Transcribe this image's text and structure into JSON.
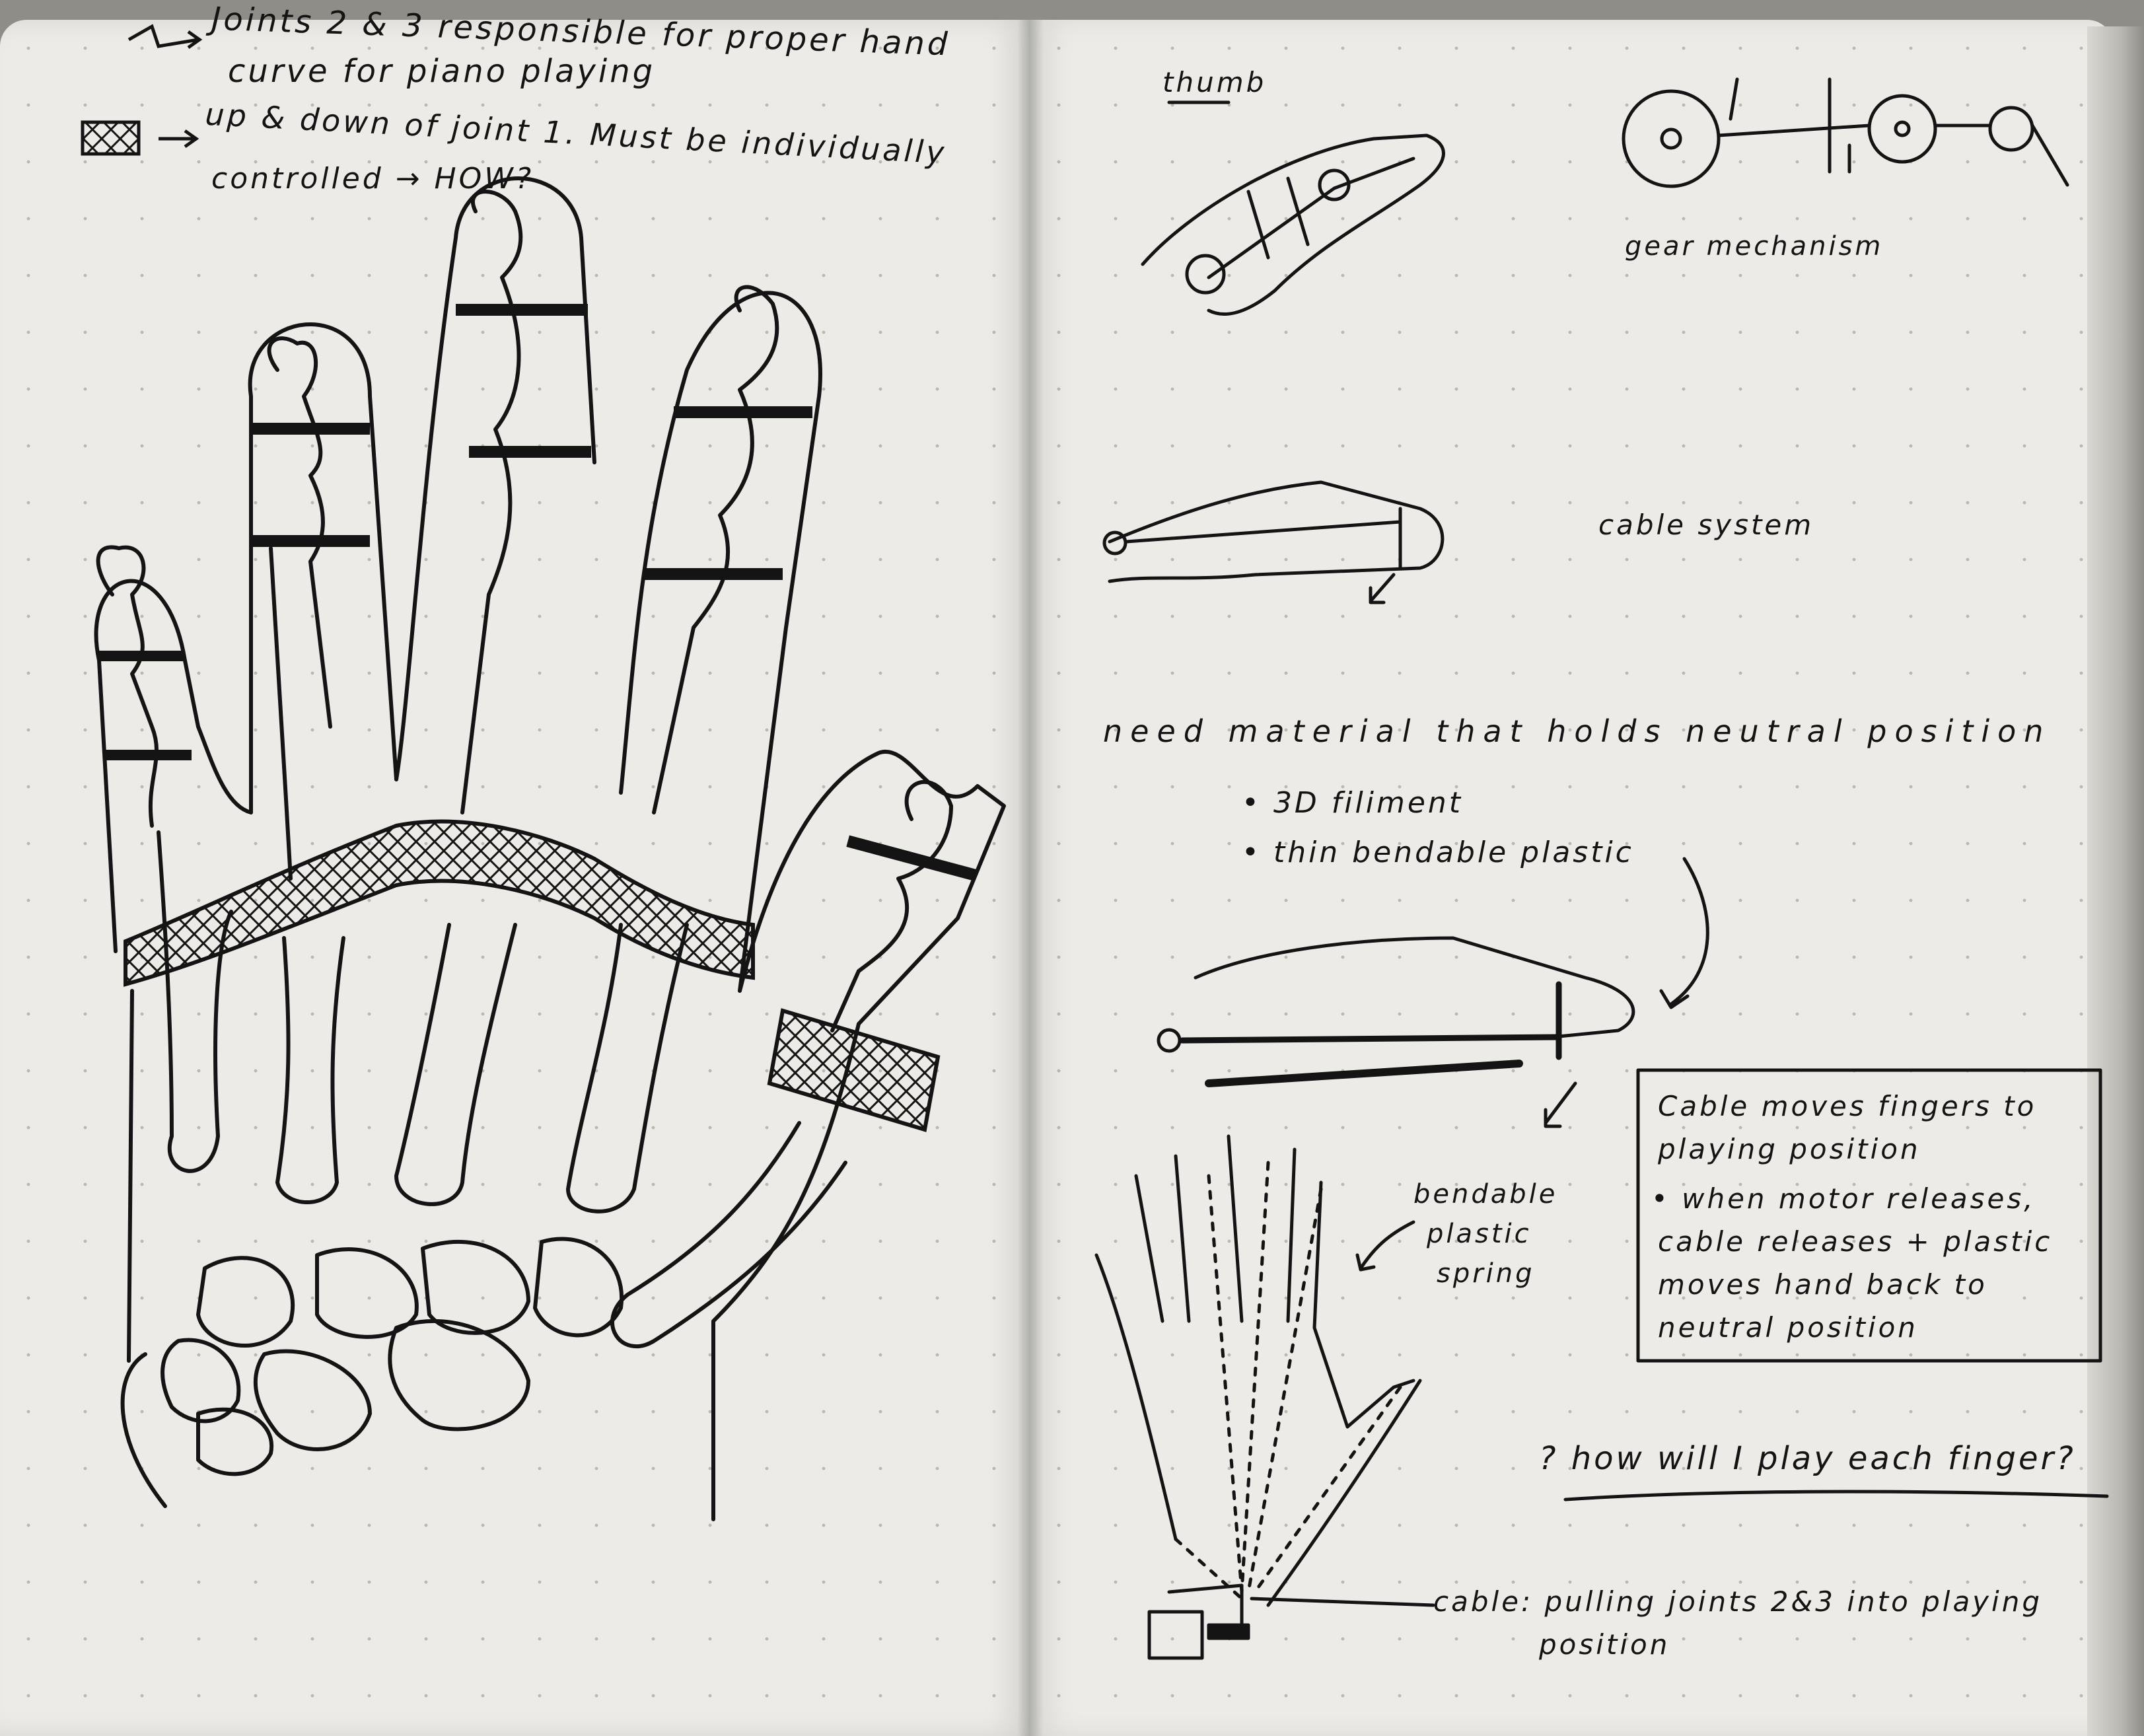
{
  "left_page": {
    "note_joints": "Joints 2 & 3 responsible for proper hand",
    "note_joints_2": "curve for piano playing",
    "note_joint1": "up & down of joint 1. Must be individually",
    "note_joint1_2": "controlled → HOW?"
  },
  "right_page": {
    "thumb_label": "thumb",
    "gear_label": "gear mechanism",
    "cable_system_label": "cable system",
    "material_note": "need material that holds neutral position",
    "option_1": "• 3D filiment",
    "option_2": "• thin bendable plastic",
    "spring_label_1": "bendable",
    "spring_label_2": "plastic",
    "spring_label_3": "spring",
    "box_lines": [
      "Cable moves fingers to",
      "playing position",
      "• when motor releases,",
      "cable releases + plastic",
      "moves hand back to",
      "neutral position"
    ],
    "question": "? how will I play each finger?",
    "cable_note_1": "cable: pulling joints 2&3 into playing",
    "cable_note_2": "position"
  },
  "colors": {
    "ink": "#141414",
    "paper": "#ecebe7",
    "background": "#8f8d88"
  }
}
